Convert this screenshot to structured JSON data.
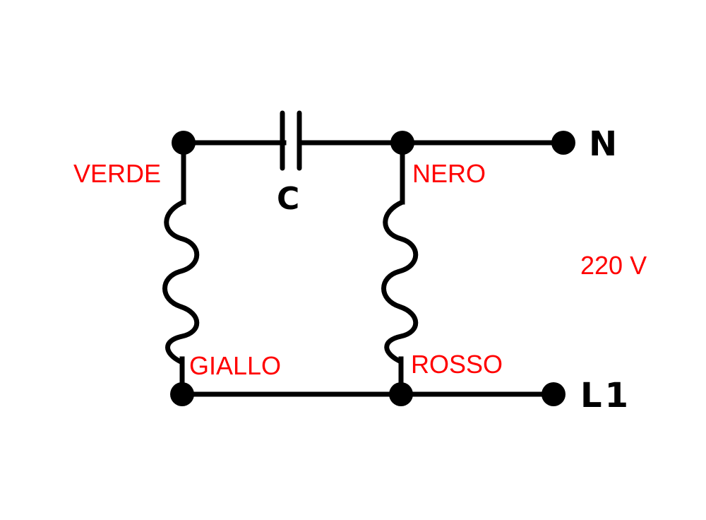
{
  "diagram": {
    "capacitor_label": "C",
    "terminals": {
      "top": "N",
      "bottom": "L1"
    },
    "wires": {
      "top_left": "VERDE",
      "top_right": "NERO",
      "bottom_left": "GIALLO",
      "bottom_right": "ROSSO"
    },
    "voltage": "220 V",
    "colors": {
      "line": "#000000",
      "label": "#ff0000",
      "background": "#ffffff"
    }
  }
}
